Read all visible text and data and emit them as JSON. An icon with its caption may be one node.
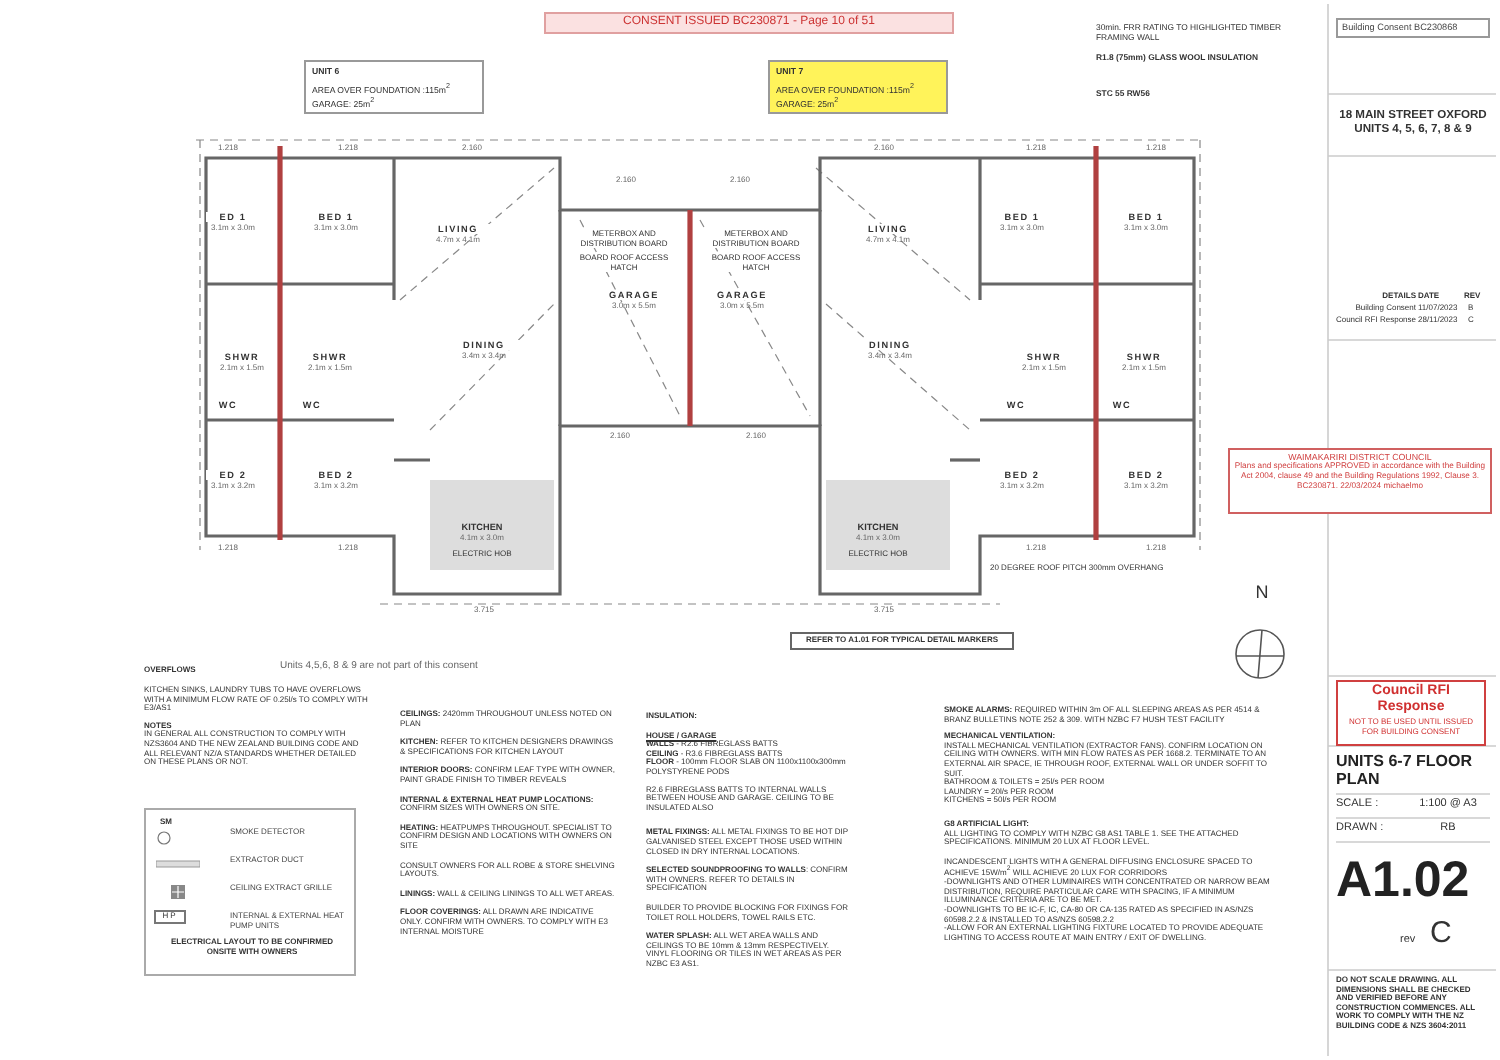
{
  "diagram": {
    "title": "UNITS 6-7 FLOOR PLAN",
    "nodes": [
      {
        "text": [
          "CONSENT ISSUED BC230871 - Page 10 of 51"
        ]
      },
      {
        "text": [
          "UNIT 6",
          "AREA OVER FOUNDATION :115m$^{2}$",
          "GARAGE: 25m$^{2}$"
        ]
      },
      {
        "text": [
          "UNIT 7",
          "AREA OVER FOUNDATION :115m$^{2}$",
          "GARAGE: 25m$^{2}$"
        ]
      },
      {
        "text": [
          "Building Consent BC230868"
        ]
      },
      {
        "text": [
          "WAIMAKARIRI DISTRICT COUNCIL",
          "Plans and specifications APPROVED in accordance with the Building Act 2004, clause 49 and the Building Regulations 1992, Clause 3. BC230871. 22/03/2024 michaelmo"
        ]
      },
      {
        "text": [
          "REFER TO A1.01 FOR TYPICAL DETAIL MARKERS"
        ]
      },
      {
        "text": [
          "ELECTRICAL LAYOUT TO BE CONFIRMED ONSITE WITH OWNERS"
        ]
      },
      {
        "text": [
          "Council RFI Response",
          "NOT TO BE USED UNTIL ISSUED FOR BUILDING CONSENT"
        ]
      }
    ],
    "labels": [
      "ED 1",
      "3.1m x 3.0m",
      "BED 1",
      "3.1m x 3.0m",
      "LIVING",
      "4.7m x 4.1m",
      "METERBOX AND DISTRIBUTION BOARD",
      "BOARD ROOF ACCESS HATCH",
      "GARAGE",
      "3.0m x 5.5m",
      "GARAGE",
      "3.0m x 5.5m",
      "METERBOX AND DISTRIBUTION BOARD",
      "BOARD ROOF ACCESS HATCH",
      "LIVING",
      "4.7m x 4.1m",
      "BED 1",
      "3.1m x 3.0m",
      "BED 1",
      "3.1m x 3.0m",
      "SHWR",
      "2.1m x 1.5m",
      "SHWR",
      "2.1m x 1.5m",
      "DINING",
      "3.4m x 3.4m",
      "DINING",
      "3.4m x 3.4m",
      "SHWR",
      "2.1m x 1.5m",
      "SHWR",
      "2.1m x 1.5m",
      "WC",
      "WC",
      "WC",
      "WC",
      "ED 2",
      "3.1m x 3.2m",
      "BED 2",
      "3.1m x 3.2m",
      "BED 2",
      "3.1m x 3.2m",
      "BED 2",
      "3.1m x 3.2m",
      "KITCHEN",
      "4.1m x 3.0m",
      "ELECTRIC HOB",
      "KITCHEN",
      "4.1m x 3.0m",
      "ELECTRIC HOB",
      "1.218",
      "1.218",
      "2.160",
      "2.160",
      "2.160",
      "2.160",
      "1.218",
      "1.218",
      "2.160",
      "2.160",
      "1.218",
      "1.218",
      "1.218",
      "1.218",
      "3.715",
      "3.715",
      "20 DEGREE ROOF PITCH 300mm OVERHANG",
      "30min. FRR RATING TO HIGHLIGHTED TIMBER FRAMING WALL",
      "R1.8 (75mm) GLASS WOOL INSULATION",
      "STC 55 RW56",
      "18 MAIN STREET OXFORD UNITS 4, 5, 6, 7, 8 & 9",
      "DETAILS",
      "DATE",
      "REV",
      "Building Consent",
      "11/07/2023",
      "B",
      "Council RFI Response",
      "28/11/2023",
      "C",
      "N",
      "OVERFLOWS",
      "Units 4,5,6, 8 & 9 are not part of this consent",
      "KITCHEN SINKS, LAUNDRY TUBS TO HAVE OVERFLOWS WITH A MINIMUM FLOW RATE OF 0.25l/s TO COMPLY WITH E3/AS1",
      "NOTES",
      "IN GENERAL ALL CONSTRUCTION TO COMPLY WITH NZS3604 AND THE NEW ZEALAND BUILDING CODE AND ALL RELEVANT NZ/A STANDARDS WHETHER DETAILED ON THESE PLANS OR NOT.",
      "**CEILINGS:** 2420mm THROUGHOUT UNLESS NOTED ON PLAN",
      "**KITCHEN:** REFER TO KITCHEN DESIGNERS DRAWINGS & SPECIFICATIONS FOR KITCHEN LAYOUT",
      "**INTERIOR DOORS:** CONFIRM LEAF TYPE WITH OWNER, PAINT GRADE FINISH TO TIMBER REVEALS",
      "**INTERNAL & EXTERNAL HEAT PUMP LOCATIONS:** CONFIRM SIZES WITH OWNERS ON SITE.",
      "**HEATING:** HEATPUMPS THROUGHOUT. SPECIALIST TO CONFIRM DESIGN AND LOCATIONS WITH OWNERS ON SITE",
      "CONSULT OWNERS FOR ALL ROBE & STORE SHELVING LAYOUTS.",
      "**LININGS:** WALL & CEILING LININGS TO ALL WET AREAS.",
      "**FLOOR COVERINGS:** ALL DRAWN ARE INDICATIVE ONLY. CONFIRM WITH OWNERS. TO COMPLY WITH E3 INTERNAL MOISTURE",
      "INSULATION:",
      "HOUSE / GARAGE",
      "**WALLS** - R2.6 FIBREGLASS BATTS",
      "**CEILING** - R3.6 FIBREGLASS BATTS",
      "**FLOOR** - 100mm FLOOR SLAB ON 1100x1100x300mm POLYSTYRENE PODS",
      "R2.6 FIBREGLASS BATTS TO INTERNAL WALLS BETWEEN HOUSE AND GARAGE. CEILING TO BE INSULATED ALSO",
      "**METAL FIXINGS:** ALL METAL FIXINGS TO BE HOT DIP GALVANISED STEEL EXCEPT THOSE USED WITHIN CLOSED IN DRY INTERNAL LOCATIONS.",
      "**SELECTED SOUNDPROOFING TO WALLS**: CONFIRM WITH OWNERS. REFER TO DETAILS IN SPECIFICATION",
      "BUILDER TO PROVIDE BLOCKING FOR FIXINGS FOR TOILET ROLL HOLDERS, TOWEL RAILS ETC.",
      "**WATER SPLASH:** ALL WET AREA WALLS AND CEILINGS TO BE 10mm & 13mm RESPECTIVELY. VINYL FLOORING OR TILES IN WET AREAS AS PER NZBC E3 AS1.",
      "**SMOKE ALARMS:** REQUIRED WITHIN 3m OF ALL SLEEPING AREAS AS PER 4514 & BRANZ BULLETINS NOTE 252 & 309. WITH NZBC F7 HUSH TEST FACILITY",
      "MECHANICAL VENTILATION:",
      "INSTALL MECHANICAL VENTILATION (EXTRACTOR FANS). CONFIRM LOCATION ON CEILING WITH OWNERS. WITH MIN FLOW RATES AS PER 1668.2. TERMINATE TO AN EXTERNAL AIR SPACE, IE THROUGH ROOF, EXTERNAL WALL OR UNDER SOFFIT TO SUIT.",
      "BATHROOM & TOILETS = 25l/s PER ROOM",
      "LAUNDRY = 20l/s PER ROOM",
      "KITCHENS = 50l/s PER ROOM",
      "G8 ARTIFICIAL LIGHT:",
      "ALL LIGHTING TO COMPLY WITH NZBC G8 AS1 TABLE 1. SEE THE ATTACHED SPECIFICATIONS. MINIMUM 20 LUX AT FLOOR LEVEL.",
      "INCANDESCENT LIGHTS WITH A GENERAL DIFFUSING ENCLOSURE SPACED TO ACHIEVE 15W/m$^{2}$ WILL ACHIEVE 20 LUX FOR CORRIDORS",
      "-DOWNLIGHTS AND OTHER LUMINAIRES WITH CONCENTRATED OR NARROW BEAM DISTRIBUTION, REQUIRE PARTICULAR CARE WITH SPACING, IF A MINIMUM ILLUMINANCE CRITERIA ARE TO BE MET.",
      "-DOWNLIGHTS TO BE IC-F, IC, CA-80 OR CA-135 RATED AS SPECIFIED IN AS/NZS 60598.2.2 & INSTALLED TO AS/NZS 60598.2.2",
      "-ALLOW FOR AN EXTERNAL LIGHTING FIXTURE LOCATED TO PROVIDE ADEQUATE LIGHTING TO ACCESS ROUTE AT MAIN ENTRY / EXIT OF DWELLING.",
      "SCALE :",
      "1:100 @ A3",
      "DRAWN :",
      "RB",
      "A1.02",
      "rev",
      "C",
      "DO NOT SCALE DRAWING. ALL DIMENSIONS SHALL BE CHECKED AND VERIFIED BEFORE ANY CONSTRUCTION COMMENCES. ALL WORK TO COMPLY WITH THE NZ BUILDING CODE & NZS 3604:2011",
      "SM",
      "HP"
    ],
    "legend": [
      {
        "text": "SMOKE DETECTOR"
      },
      {
        "text": "EXTRACTOR DUCT"
      },
      {
        "text": "CEILING EXTRACT GRILLE"
      },
      {
        "text": "INTERNAL & EXTERNAL HEAT PUMP UNITS"
      }
    ]
  }
}
